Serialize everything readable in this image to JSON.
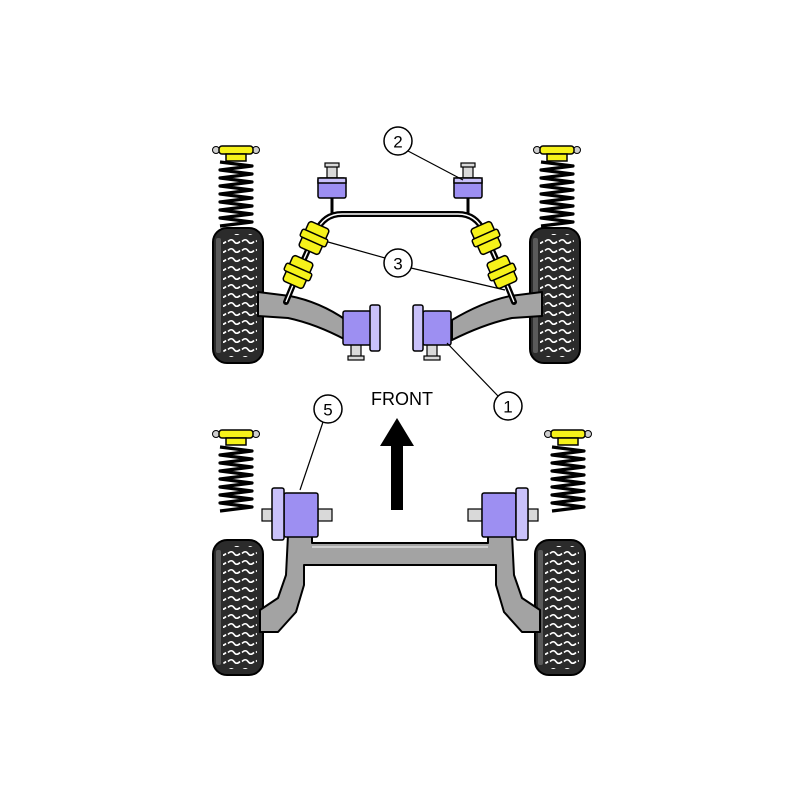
{
  "diagram": {
    "direction_label": "FRONT",
    "callouts": {
      "c1": "1",
      "c2": "2",
      "c3": "3",
      "c5": "5"
    }
  },
  "colors": {
    "polyurethane_bush": "#9d8ff2",
    "polyurethane_bush_flange": "#c9c1fa",
    "anti_roll_bar_bush": "#f6f21a",
    "suspension_arm": "#a3a3a3",
    "tire": "#2b2b2b",
    "background": "#ffffff"
  }
}
